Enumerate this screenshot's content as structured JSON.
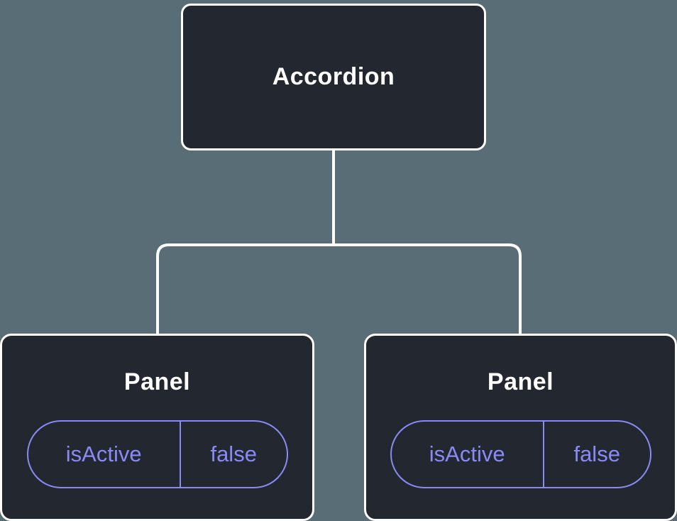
{
  "colors": {
    "background": "#586d75",
    "node_fill": "#23272f",
    "node_border": "#ffffff",
    "prop_accent": "#8a8af6"
  },
  "tree": {
    "root": {
      "label": "Accordion"
    },
    "children": [
      {
        "label": "Panel",
        "prop": {
          "name": "isActive",
          "value": "false"
        }
      },
      {
        "label": "Panel",
        "prop": {
          "name": "isActive",
          "value": "false"
        }
      }
    ]
  }
}
